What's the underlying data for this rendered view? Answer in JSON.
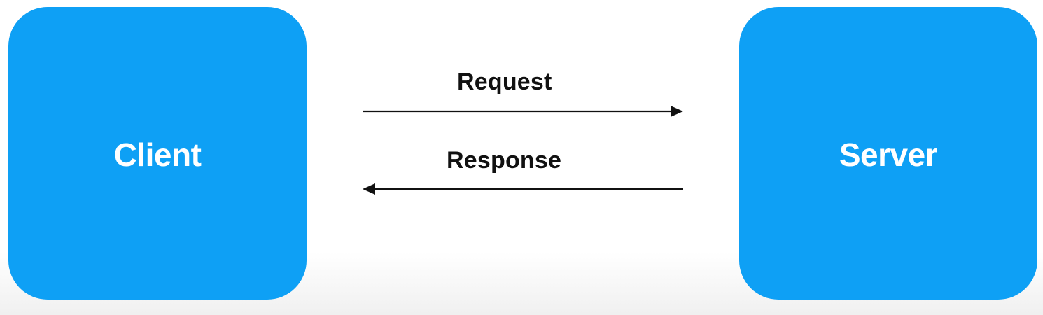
{
  "nodes": {
    "client": {
      "label": "Client"
    },
    "server": {
      "label": "Server"
    }
  },
  "edges": {
    "request": {
      "label": "Request",
      "from": "client",
      "to": "server"
    },
    "response": {
      "label": "Response",
      "from": "server",
      "to": "client"
    }
  },
  "colors": {
    "node_fill": "#0EA0F5",
    "node_text": "#FFFFFF",
    "arrow": "#111111",
    "text": "#111111"
  }
}
